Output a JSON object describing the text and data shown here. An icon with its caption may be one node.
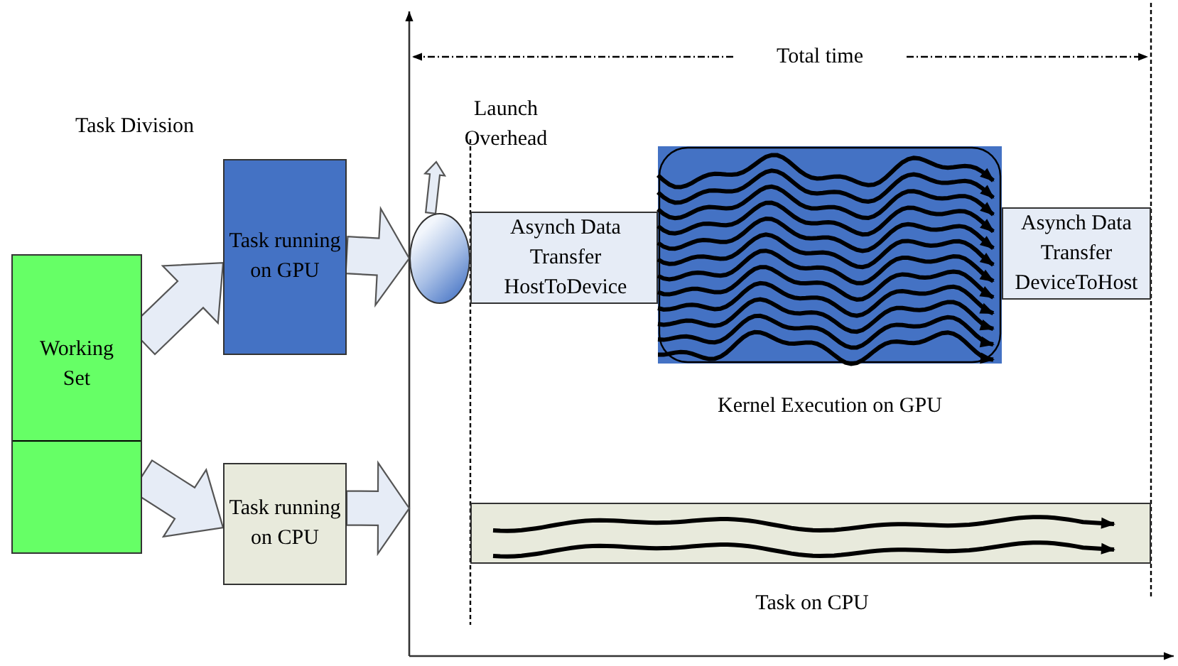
{
  "diagram": {
    "nodes": [
      {
        "text": [
          "Working Set"
        ]
      },
      {
        "text": [
          "Task running on GPU"
        ]
      },
      {
        "text": [
          "Task running on CPU"
        ]
      },
      {
        "text": [],
        "shape": "circle",
        "beside": [
          "Launch Overhead"
        ]
      },
      {
        "text": [
          "Asynch Data Transfer HostToDevice"
        ]
      },
      {
        "text": [],
        "shape": "box",
        "beside": [
          "Kernel Execution on GPU"
        ]
      },
      {
        "text": [
          "Asynch Data Transfer DeviceToHost"
        ]
      },
      {
        "text": [],
        "shape": "bar",
        "beside": [
          "Task on CPU"
        ]
      }
    ],
    "edges": [
      {
        "from": 0,
        "to": 1,
        "arrow": "to"
      },
      {
        "from": 0,
        "to": 2,
        "arrow": "to"
      },
      {
        "from": 1,
        "to": 3,
        "arrow": "to"
      },
      {
        "from": 2,
        "to": null,
        "arrow": "to"
      },
      {
        "from": 3,
        "to": null,
        "arrow": "to"
      }
    ],
    "labels": [
      "Total time",
      "Task Division"
    ]
  }
}
